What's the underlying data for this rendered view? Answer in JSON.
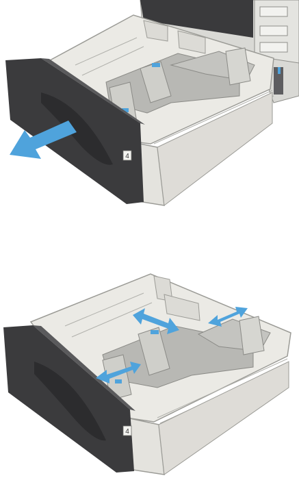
{
  "figures": [
    {
      "id": "remove-tray",
      "tray_label": "4",
      "arrows": [
        {
          "meaning": "pull-out-direction",
          "color": "#4fa3dc"
        }
      ]
    },
    {
      "id": "adjust-guides",
      "tray_label": "4",
      "arrows": [
        {
          "meaning": "length-guide-adjust",
          "color": "#4fa3dc"
        },
        {
          "meaning": "width-guide-adjust",
          "color": "#4fa3dc"
        },
        {
          "meaning": "right-guide-adjust",
          "color": "#4fa3dc"
        }
      ]
    }
  ],
  "colors": {
    "tray_body": "#ebeae5",
    "tray_edge": "#9b9b96",
    "front_panel": "#3b3b3d",
    "guide_plate": "#b8b8b4",
    "arrow": "#4fa3dc"
  }
}
